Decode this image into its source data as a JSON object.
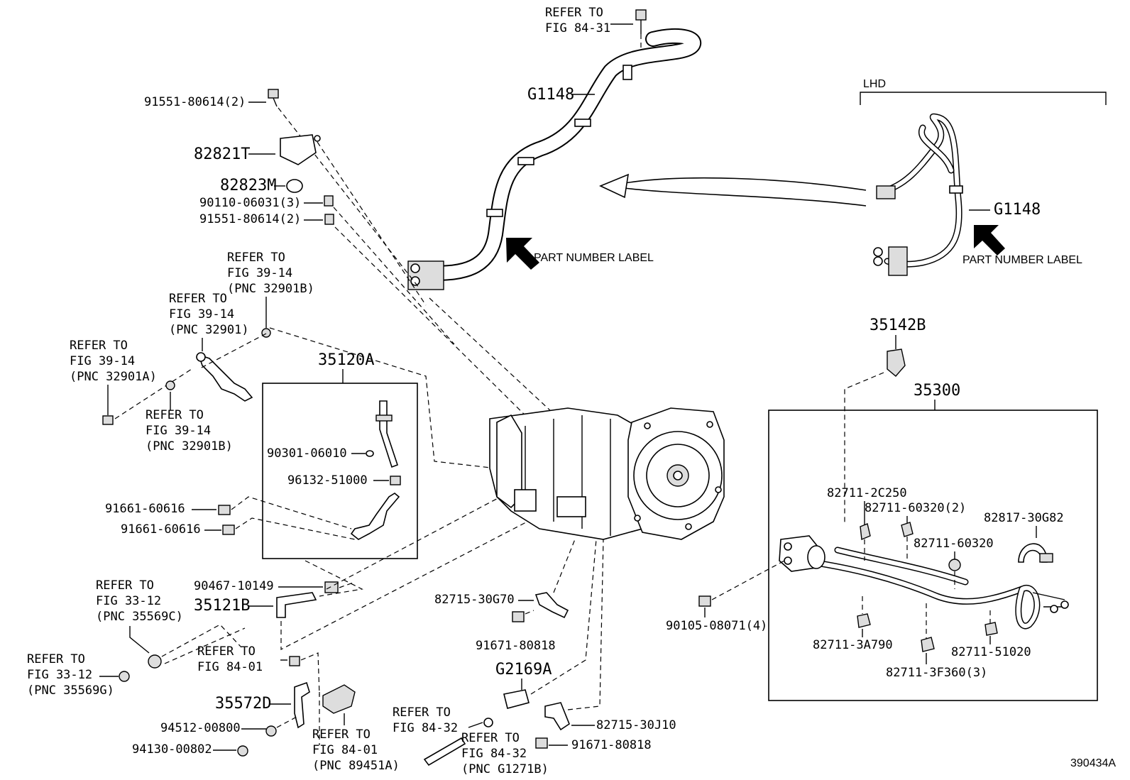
{
  "diagram_id": "390434A",
  "lhd_label": "LHD",
  "part_number_label": "PART NUMBER LABEL",
  "arrow_icon": "arrow-icon",
  "parts": {
    "g1148_main": "G1148",
    "g1148_lhd": "G1148",
    "p_82821T": "82821T",
    "p_82823M": "82823M",
    "p_91551_a": "91551-80614(2)",
    "p_90110": "90110-06031(3)",
    "p_91551_b": "91551-80614(2)",
    "p_35120A": "35120A",
    "p_90301": "90301-06010",
    "p_96132": "96132-51000",
    "p_91661_a": "91661-60616",
    "p_91661_b": "91661-60616",
    "p_90467": "90467-10149",
    "p_35121B": "35121B",
    "p_35572D": "35572D",
    "p_94512": "94512-00800",
    "p_94130": "94130-00802",
    "p_82715_g70": "82715-30G70",
    "p_91671_a": "91671-80818",
    "p_G2169A": "G2169A",
    "p_82715_j10": "82715-30J10",
    "p_91671_b": "91671-80818",
    "p_35142B": "35142B",
    "p_35300": "35300",
    "p_82711_2c250": "82711-2C250",
    "p_82711_60320_2": "82711-60320(2)",
    "p_82817": "82817-30G82",
    "p_82711_60320": "82711-60320",
    "p_90105": "90105-08071(4)",
    "p_82711_3a790": "82711-3A790",
    "p_82711_51020": "82711-51020",
    "p_82711_3f360": "82711-3F360(3)"
  },
  "refs": {
    "r1": [
      "REFER TO",
      "FIG 84-31"
    ],
    "r2": [
      "REFER TO",
      "FIG 39-14",
      "(PNC 32901B)"
    ],
    "r3": [
      "REFER TO",
      "FIG 39-14",
      "(PNC 32901)"
    ],
    "r4": [
      "REFER TO",
      "FIG 39-14",
      "(PNC 32901A)"
    ],
    "r5": [
      "REFER TO",
      "FIG 39-14",
      "(PNC 32901B)"
    ],
    "r6": [
      "REFER TO",
      "FIG 33-12",
      "(PNC 35569C)"
    ],
    "r7": [
      "REFER TO",
      "FIG 33-12",
      "(PNC 35569G)"
    ],
    "r8": [
      "REFER TO",
      "FIG 84-01"
    ],
    "r9": [
      "REFER TO",
      "FIG 84-01",
      "(PNC 89451A)"
    ],
    "r10": [
      "REFER TO",
      "FIG 84-32"
    ],
    "r11": [
      "REFER TO",
      "FIG 84-32",
      "(PNC G1271B)"
    ]
  }
}
